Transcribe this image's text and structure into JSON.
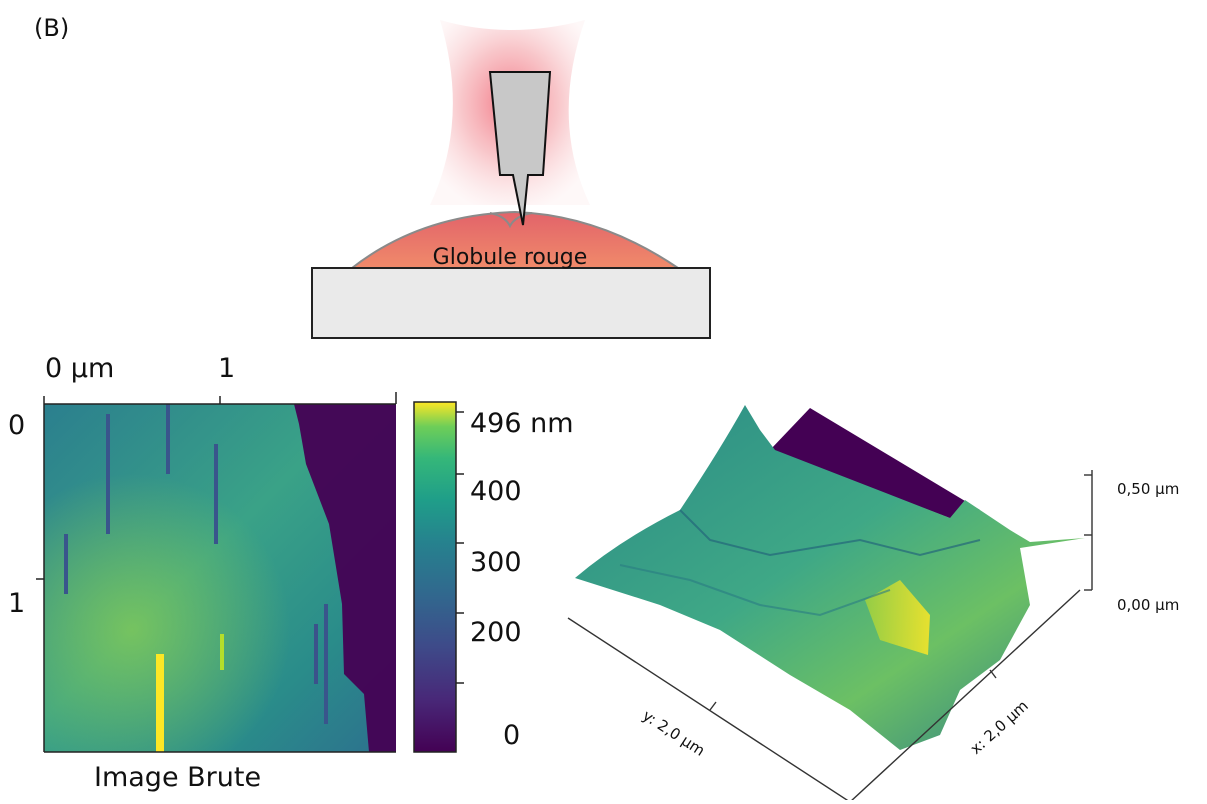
{
  "panel_label": "(B)",
  "schematic": {
    "sample_label": "Globule rouge"
  },
  "raw_image": {
    "x_tick_labels": [
      "0 µm",
      "1"
    ],
    "y_tick_labels": [
      "0",
      "1"
    ],
    "caption": "Image Brute"
  },
  "colorbar": {
    "colormap": "viridis",
    "tick_labels": [
      "496 nm",
      "400",
      "300",
      "200",
      "0"
    ]
  },
  "surface_3d": {
    "z_tick_labels": [
      "0,50 µm",
      "0,00 µm"
    ],
    "y_axis_label": "y: 2,0 µm",
    "x_axis_label": "x: 2,0 µm"
  },
  "colors": {
    "viridis_low": "#440154",
    "viridis_mid": "#21918c",
    "viridis_high": "#fde725",
    "cell_fill": "#e8786b",
    "substrate_fill": "#eaeaea",
    "probe_fill": "#c8c8c8"
  }
}
